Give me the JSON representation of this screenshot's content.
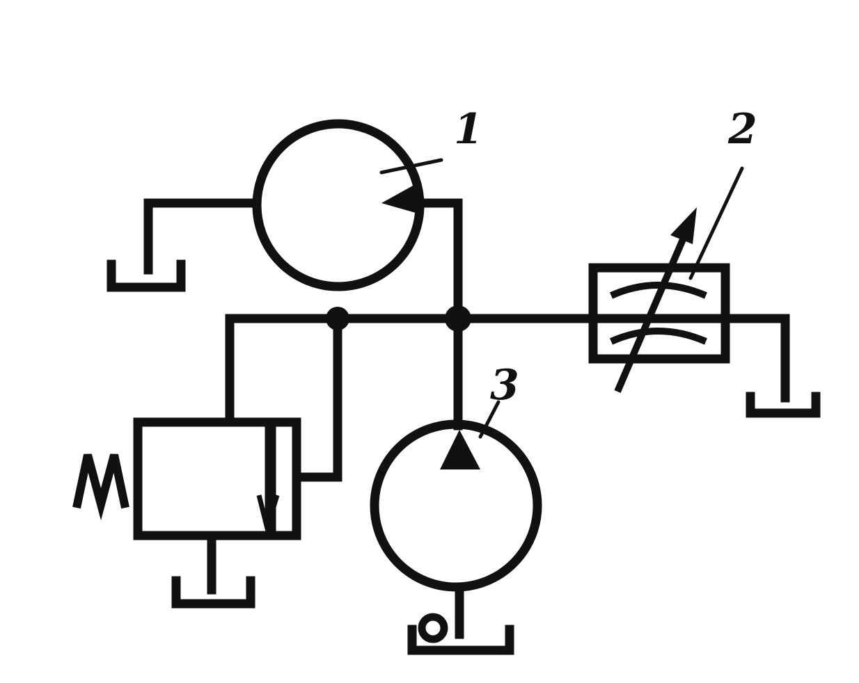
{
  "labels": {
    "motor": "1",
    "throttle": "2",
    "pump": "3"
  },
  "colors": {
    "line": "#111111",
    "background": "#ffffff"
  }
}
